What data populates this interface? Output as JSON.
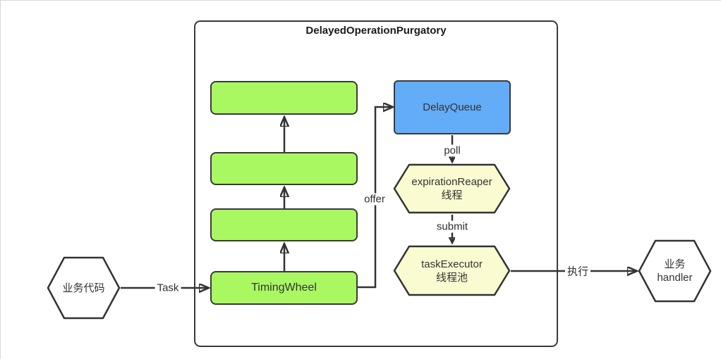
{
  "diagram": {
    "title": "DelayedOperationPurgatory"
  },
  "nodes": {
    "business_code": {
      "label": "业务代码"
    },
    "timing_wheel": {
      "label": "TimingWheel"
    },
    "delay_queue": {
      "label": "DelayQueue"
    },
    "expiration_reaper": {
      "line1": "expirationReaper",
      "line2": "线程"
    },
    "task_executor": {
      "line1": "taskExecutor",
      "line2": "线程池"
    },
    "business_handler": {
      "line1": "业务",
      "line2": "handler"
    }
  },
  "edge_labels": {
    "task": "Task",
    "offer": "offer",
    "poll": "poll",
    "submit": "submit",
    "execute": "执行"
  },
  "colors": {
    "bucket_green": "#a9f862",
    "queue_blue": "#63acf7",
    "thread_yellow": "#fbfbd2",
    "line_dark": "#333333"
  }
}
